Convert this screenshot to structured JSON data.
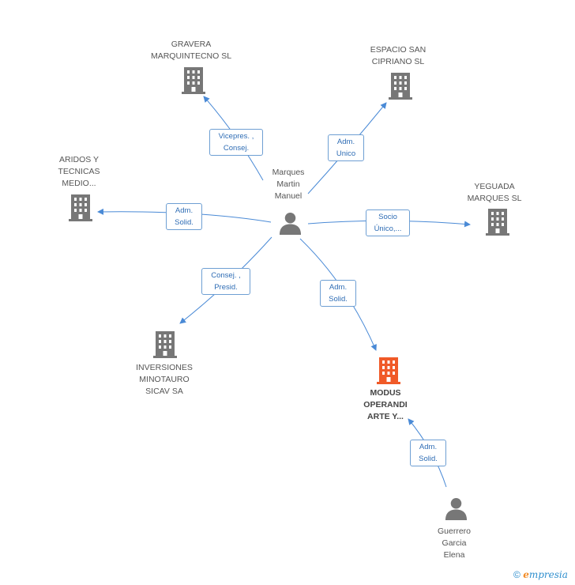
{
  "colors": {
    "edge": "#4a8ad6",
    "company": "#777777",
    "focus_company": "#f05a28",
    "person": "#777777"
  },
  "nodes": {
    "gravera": {
      "label": "GRAVERA\nMARQUINTECNO SL"
    },
    "espacio": {
      "label": "ESPACIO SAN\nCIPRIANO SL"
    },
    "aridos": {
      "label": "ARIDOS Y\nTECNICAS\nMEDIO..."
    },
    "yeguada": {
      "label": "YEGUADA\nMARQUES SL"
    },
    "inversiones": {
      "label": "INVERSIONES\nMINOTAURO\nSICAV SA"
    },
    "modus": {
      "label": "MODUS\nOPERANDI\nARTE Y..."
    },
    "marques": {
      "label": "Marques\nMartin\nManuel"
    },
    "guerrero": {
      "label": "Guerrero\nGarcia\nElena"
    }
  },
  "edges": {
    "gravera": {
      "label": "Vicepres. ,\nConsej."
    },
    "espacio": {
      "label": "Adm.\nUnico"
    },
    "aridos": {
      "label": "Adm.\nSolid."
    },
    "yeguada": {
      "label": "Socio\nÚnico,..."
    },
    "inversiones": {
      "label": "Consej. ,\nPresid."
    },
    "modus": {
      "label": "Adm.\nSolid."
    },
    "guerrero": {
      "label": "Adm.\nSolid."
    }
  },
  "footer": {
    "copyright": "©",
    "brand_e": "e",
    "brand_rest": "mpresia"
  }
}
